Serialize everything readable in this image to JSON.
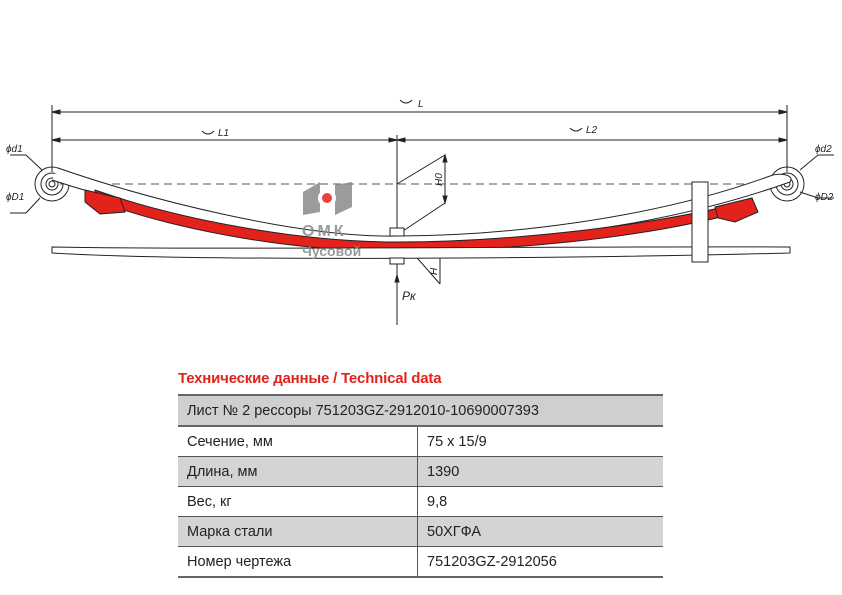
{
  "drawing": {
    "dims": {
      "L": "L",
      "L1": "L1",
      "L2": "L2",
      "d1": "ϕd1",
      "D1": "ϕD1",
      "d2": "ϕd2",
      "D2": "ϕD2",
      "H0": "H0",
      "H": "H",
      "Pk": "Pк"
    },
    "logo": {
      "name": "ОМК",
      "sub": "Чусовой"
    },
    "colors": {
      "highlight": "#e3231b",
      "logo_gray": "#8a8a8a"
    }
  },
  "title": "Технические данные / Technical data",
  "table": {
    "header": "Лист № 2 рессоры 751203GZ-2912010-10690007393",
    "rows": [
      {
        "label": "Сечение, мм",
        "value": "75 x 15/9"
      },
      {
        "label": "Длина, мм",
        "value": "1390"
      },
      {
        "label": "Вес, кг",
        "value": "9,8"
      },
      {
        "label": "Марка стали",
        "value": "50ХГФА"
      },
      {
        "label": "Номер чертежа",
        "value": "751203GZ-2912056"
      }
    ]
  }
}
